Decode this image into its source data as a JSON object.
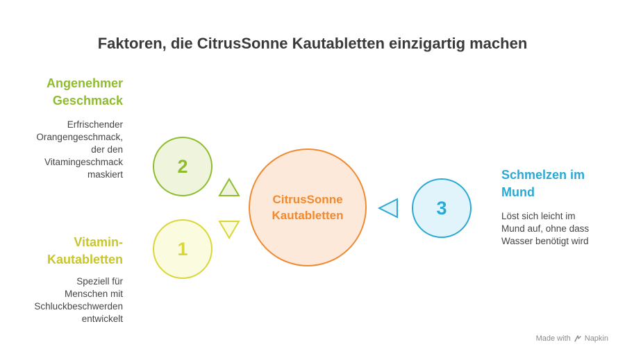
{
  "title": "Faktoren, die CitrusSonne Kautabletten einzigartig machen",
  "center": {
    "label_line1": "CitrusSonne",
    "label_line2": "Kautabletten"
  },
  "factors": [
    {
      "number": "2",
      "heading_line1": "Angenehmer",
      "heading_line2": "Geschmack",
      "desc_lines": [
        "Erfrischender",
        "Orangengeschmack,",
        "der den",
        "Vitamingeschmack",
        "maskiert"
      ]
    },
    {
      "number": "1",
      "heading_line1": "Vitamin-",
      "heading_line2": "Kautabletten",
      "desc_lines": [
        "Speziell für",
        "Menschen mit",
        "Schluckbeschwerden",
        "entwickelt"
      ]
    },
    {
      "number": "3",
      "heading_line1": "Schmelzen im",
      "heading_line2": "Mund",
      "desc_lines": [
        "Löst sich leicht im",
        "Mund auf, ohne dass",
        "Wasser benötigt wird"
      ]
    }
  ],
  "colors": {
    "green": "#8fbc2f",
    "green_fill": "#eef5dc",
    "yellow": "#d9d63a",
    "yellow_fill": "#fbfbdf",
    "orange": "#ef8a34",
    "orange_fill": "#fde9d9",
    "blue": "#2aa9d4",
    "blue_fill": "#e2f4fb"
  },
  "watermark": {
    "text": "Made with",
    "brand": "Napkin"
  }
}
